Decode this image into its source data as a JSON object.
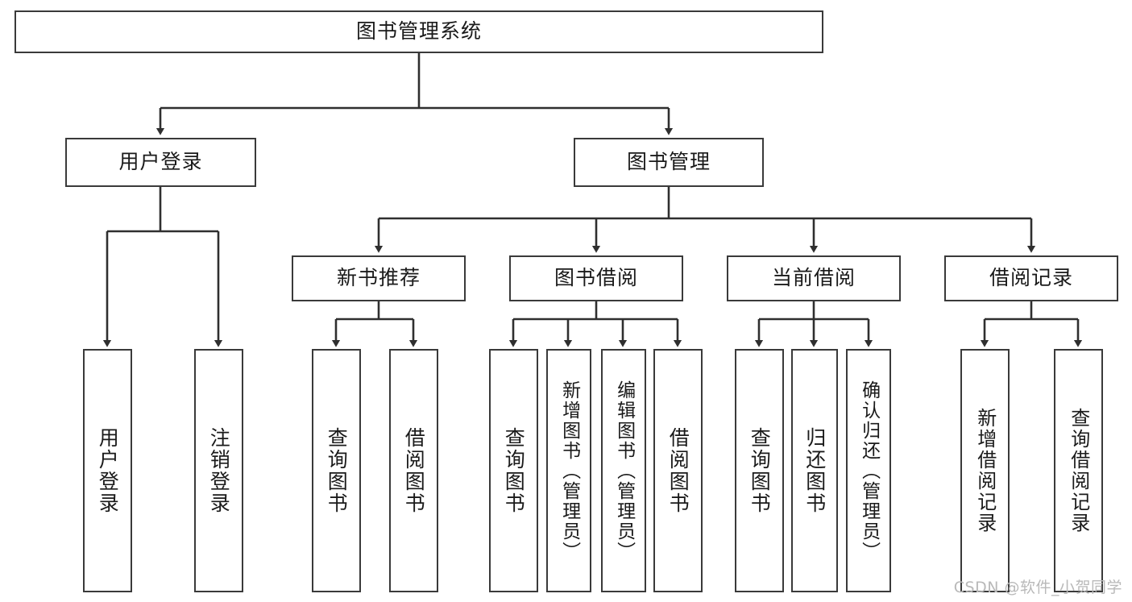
{
  "diagram": {
    "type": "tree",
    "title": "图书管理系统",
    "watermark": "CSDN @软件_小贺同学",
    "colors": {
      "box_border": "#3a3a3a",
      "box_fill": "#ffffff",
      "connector": "#2f2f2f",
      "text": "#1a1a1a",
      "watermark": "#b9b9b9"
    },
    "nodes": {
      "root": {
        "label": "图书管理系统"
      },
      "level2": [
        {
          "id": "user-login",
          "label": "用户登录"
        },
        {
          "id": "book-management",
          "label": "图书管理"
        }
      ],
      "level3": [
        {
          "id": "new-book-recommend",
          "label": "新书推荐"
        },
        {
          "id": "book-borrow",
          "label": "图书借阅"
        },
        {
          "id": "current-borrow",
          "label": "当前借阅"
        },
        {
          "id": "borrow-record",
          "label": "借阅记录"
        }
      ],
      "leaves": {
        "user-login": [
          {
            "id": "leaf-user-login",
            "label": "用户登录"
          },
          {
            "id": "leaf-logout-login",
            "label": "注销登录"
          }
        ],
        "new-book-recommend": [
          {
            "id": "leaf-query-book-1",
            "label": "查询图书"
          },
          {
            "id": "leaf-borrow-book-1",
            "label": "借阅图书"
          }
        ],
        "book-borrow": [
          {
            "id": "leaf-query-book-2",
            "label": "查询图书"
          },
          {
            "id": "leaf-add-book",
            "label": "新增图书（管理员）"
          },
          {
            "id": "leaf-edit-book",
            "label": "编辑图书（管理员）"
          },
          {
            "id": "leaf-borrow-book-2",
            "label": "借阅图书"
          }
        ],
        "current-borrow": [
          {
            "id": "leaf-query-book-3",
            "label": "查询图书"
          },
          {
            "id": "leaf-return-book",
            "label": "归还图书"
          },
          {
            "id": "leaf-confirm-return",
            "label": "确认归还（管理员）"
          }
        ],
        "borrow-record": [
          {
            "id": "leaf-add-record",
            "label": "新增借阅记录"
          },
          {
            "id": "leaf-query-record",
            "label": "查询借阅记录"
          }
        ]
      }
    },
    "edges": [
      {
        "from": "图书管理系统",
        "to": "用户登录"
      },
      {
        "from": "图书管理系统",
        "to": "图书管理"
      },
      {
        "from": "用户登录",
        "to": "用户登录"
      },
      {
        "from": "用户登录",
        "to": "注销登录"
      },
      {
        "from": "图书管理",
        "to": "新书推荐"
      },
      {
        "from": "图书管理",
        "to": "图书借阅"
      },
      {
        "from": "图书管理",
        "to": "当前借阅"
      },
      {
        "from": "图书管理",
        "to": "借阅记录"
      },
      {
        "from": "新书推荐",
        "to": "查询图书"
      },
      {
        "from": "新书推荐",
        "to": "借阅图书"
      },
      {
        "from": "图书借阅",
        "to": "查询图书"
      },
      {
        "from": "图书借阅",
        "to": "新增图书（管理员）"
      },
      {
        "from": "图书借阅",
        "to": "编辑图书（管理员）"
      },
      {
        "from": "图书借阅",
        "to": "借阅图书"
      },
      {
        "from": "当前借阅",
        "to": "查询图书"
      },
      {
        "from": "当前借阅",
        "to": "归还图书"
      },
      {
        "from": "当前借阅",
        "to": "确认归还（管理员）"
      },
      {
        "from": "借阅记录",
        "to": "新增借阅记录"
      },
      {
        "from": "借阅记录",
        "to": "查询借阅记录"
      }
    ]
  }
}
